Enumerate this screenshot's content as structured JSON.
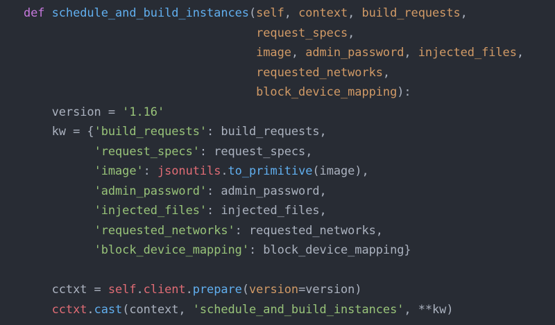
{
  "theme": {
    "background": "#282c34",
    "keyword": "#c678dd",
    "function": "#61afef",
    "parameter": "#d19a66",
    "string": "#98c379",
    "builtin": "#e06c75",
    "default": "#abb2bf"
  },
  "code": {
    "lines": [
      [
        {
          "t": "keyword",
          "v": "def "
        },
        {
          "t": "function",
          "v": "schedule_and_build_instances"
        },
        {
          "t": "plain",
          "v": "("
        },
        {
          "t": "param",
          "v": "self"
        },
        {
          "t": "plain",
          "v": ", "
        },
        {
          "t": "param",
          "v": "context"
        },
        {
          "t": "plain",
          "v": ", "
        },
        {
          "t": "param",
          "v": "build_requests"
        },
        {
          "t": "plain",
          "v": ","
        }
      ],
      [
        {
          "t": "plain",
          "v": "                                 "
        },
        {
          "t": "param",
          "v": "request_specs"
        },
        {
          "t": "plain",
          "v": ","
        }
      ],
      [
        {
          "t": "plain",
          "v": "                                 "
        },
        {
          "t": "param",
          "v": "image"
        },
        {
          "t": "plain",
          "v": ", "
        },
        {
          "t": "param",
          "v": "admin_password"
        },
        {
          "t": "plain",
          "v": ", "
        },
        {
          "t": "param",
          "v": "injected_files"
        },
        {
          "t": "plain",
          "v": ","
        }
      ],
      [
        {
          "t": "plain",
          "v": "                                 "
        },
        {
          "t": "param",
          "v": "requested_networks"
        },
        {
          "t": "plain",
          "v": ","
        }
      ],
      [
        {
          "t": "plain",
          "v": "                                 "
        },
        {
          "t": "param",
          "v": "block_device_mapping"
        },
        {
          "t": "plain",
          "v": "):"
        }
      ],
      [
        {
          "t": "plain",
          "v": "    version = "
        },
        {
          "t": "string",
          "v": "'1.16'"
        }
      ],
      [
        {
          "t": "plain",
          "v": "    kw = {"
        },
        {
          "t": "string",
          "v": "'build_requests'"
        },
        {
          "t": "plain",
          "v": ": build_requests,"
        }
      ],
      [
        {
          "t": "plain",
          "v": "          "
        },
        {
          "t": "string",
          "v": "'request_specs'"
        },
        {
          "t": "plain",
          "v": ": request_specs,"
        }
      ],
      [
        {
          "t": "plain",
          "v": "          "
        },
        {
          "t": "string",
          "v": "'image'"
        },
        {
          "t": "plain",
          "v": ": "
        },
        {
          "t": "red",
          "v": "jsonutils"
        },
        {
          "t": "plain",
          "v": "."
        },
        {
          "t": "function",
          "v": "to_primitive"
        },
        {
          "t": "plain",
          "v": "(image),"
        }
      ],
      [
        {
          "t": "plain",
          "v": "          "
        },
        {
          "t": "string",
          "v": "'admin_password'"
        },
        {
          "t": "plain",
          "v": ": admin_password,"
        }
      ],
      [
        {
          "t": "plain",
          "v": "          "
        },
        {
          "t": "string",
          "v": "'injected_files'"
        },
        {
          "t": "plain",
          "v": ": injected_files,"
        }
      ],
      [
        {
          "t": "plain",
          "v": "          "
        },
        {
          "t": "string",
          "v": "'requested_networks'"
        },
        {
          "t": "plain",
          "v": ": requested_networks,"
        }
      ],
      [
        {
          "t": "plain",
          "v": "          "
        },
        {
          "t": "string",
          "v": "'block_device_mapping'"
        },
        {
          "t": "plain",
          "v": ": block_device_mapping}"
        }
      ],
      [],
      [
        {
          "t": "plain",
          "v": "    cctxt = "
        },
        {
          "t": "red",
          "v": "self"
        },
        {
          "t": "plain",
          "v": "."
        },
        {
          "t": "red",
          "v": "client"
        },
        {
          "t": "plain",
          "v": "."
        },
        {
          "t": "function",
          "v": "prepare"
        },
        {
          "t": "plain",
          "v": "("
        },
        {
          "t": "param",
          "v": "version"
        },
        {
          "t": "plain",
          "v": "=version)"
        }
      ],
      [
        {
          "t": "plain",
          "v": "    "
        },
        {
          "t": "red",
          "v": "cctxt"
        },
        {
          "t": "plain",
          "v": "."
        },
        {
          "t": "function",
          "v": "cast"
        },
        {
          "t": "plain",
          "v": "(context, "
        },
        {
          "t": "string",
          "v": "'schedule_and_build_instances'"
        },
        {
          "t": "plain",
          "v": ", **kw)"
        }
      ]
    ]
  }
}
